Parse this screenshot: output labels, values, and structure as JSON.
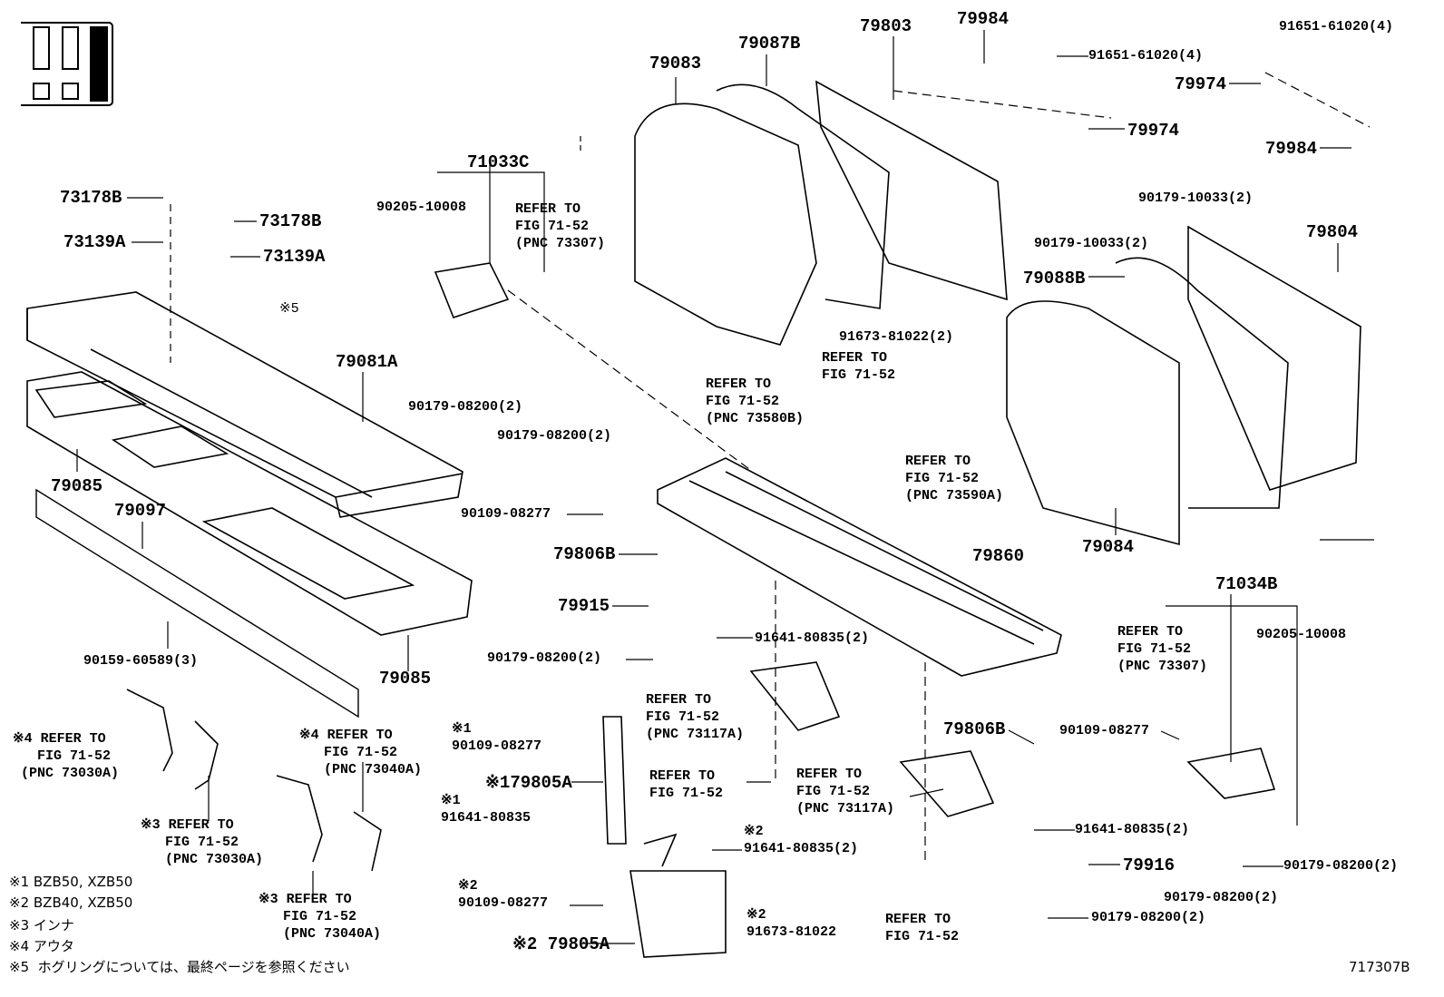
{
  "figure_id": "717307B",
  "labels": [
    {
      "text": "79083"
    },
    {
      "text": "79087B"
    },
    {
      "text": "79803"
    },
    {
      "text": "79984"
    },
    {
      "text": "79974"
    },
    {
      "text": "79974"
    },
    {
      "text": "79984"
    },
    {
      "text": "79804"
    },
    {
      "text": "79088B"
    },
    {
      "text": "79084"
    },
    {
      "text": "71033C"
    },
    {
      "text": "73178B"
    },
    {
      "text": "73178B"
    },
    {
      "text": "73139A"
    },
    {
      "text": "73139A"
    },
    {
      "text": "79081A"
    },
    {
      "text": "79085"
    },
    {
      "text": "79097"
    },
    {
      "text": "79085"
    },
    {
      "text": "79806B"
    },
    {
      "text": "79915"
    },
    {
      "text": "79860"
    },
    {
      "text": "71034B"
    },
    {
      "text": "79806B"
    },
    {
      "text": "※179805A"
    },
    {
      "text": "79916"
    },
    {
      "text": "※2 79805A"
    },
    {
      "text": "91651-61020(4)"
    },
    {
      "text": "91651-61020(4)"
    },
    {
      "text": "90179-10033(2)"
    },
    {
      "text": "90179-10033(2)"
    },
    {
      "text": "91673-81022(2)"
    },
    {
      "text": "90205-10008"
    },
    {
      "text": "REFER TO\nFIG 71-52\n(PNC 73307)"
    },
    {
      "text": "90179-08200(2)"
    },
    {
      "text": "90179-08200(2)"
    },
    {
      "text": "REFER TO\nFIG 71-52\n(PNC 73580B)"
    },
    {
      "text": "REFER TO\nFIG 71-52"
    },
    {
      "text": "REFER TO\nFIG 71-52\n(PNC 73590A)"
    },
    {
      "text": "90109-08277"
    },
    {
      "text": "91641-80835(2)"
    },
    {
      "text": "90179-08200(2)"
    },
    {
      "text": "90159-60589(3)"
    },
    {
      "text": "REFER TO\nFIG 71-52\n(PNC 73117A)"
    },
    {
      "text": "REFER TO\nFIG 71-52"
    },
    {
      "text": "REFER TO\nFIG 71-52\n(PNC 73117A)"
    },
    {
      "text": "REFER TO\nFIG 71-52"
    },
    {
      "text": "REFER TO\nFIG 71-52\n(PNC 73307)"
    },
    {
      "text": "90205-10008"
    },
    {
      "text": "90109-08277"
    },
    {
      "text": "91641-80835(2)"
    },
    {
      "text": "90179-08200(2)"
    },
    {
      "text": "90179-08200(2)"
    },
    {
      "text": "90179-08200(2)"
    },
    {
      "text": "※4 REFER TO\n   FIG 71-52\n (PNC 73030A)"
    },
    {
      "text": "※3 REFER TO\n   FIG 71-52\n   (PNC 73030A)"
    },
    {
      "text": "※4 REFER TO\n   FIG 71-52\n   (PNC 73040A)"
    },
    {
      "text": "※3 REFER TO\n   FIG 71-52\n   (PNC 73040A)"
    },
    {
      "text": "※1\n90109-08277"
    },
    {
      "text": "※1\n91641-80835"
    },
    {
      "text": "※2\n91641-80835(2)"
    },
    {
      "text": "※2\n90109-08277"
    },
    {
      "text": "※2\n91673-81022"
    },
    {
      "text": "※5"
    }
  ],
  "notes": [
    "※1 BZB50, XZB50",
    "※2 BZB40, XZB50",
    "※3 インナ",
    "※4 アウタ",
    "※5  ホグリングについては、最終ページを参照ください"
  ]
}
